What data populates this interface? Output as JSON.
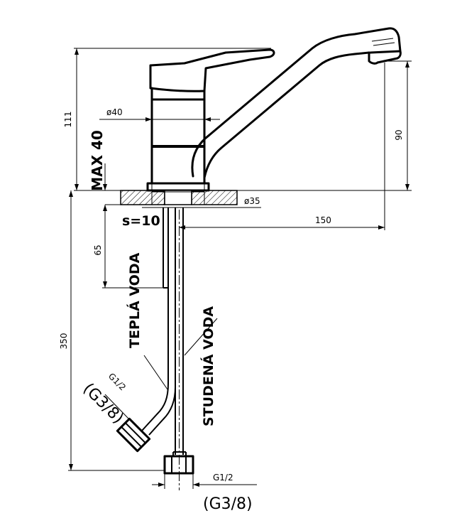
{
  "dimensions": {
    "height_111": "111",
    "max_40": "MAX 40",
    "dia_40": "ø40",
    "dia_35": "ø35",
    "outlet_90": "90",
    "reach_150": "150",
    "thickness": "s=10",
    "depth_65": "65",
    "length_350": "350"
  },
  "labels": {
    "hot_water": "TEPLÁ VODA",
    "cold_water": "STUDENÁ VODA"
  },
  "threads": {
    "hot_thread": "G1/2",
    "hot_alt": "(G3/8)",
    "cold_thread": "G1/2",
    "cold_alt": "(G3/8)"
  }
}
